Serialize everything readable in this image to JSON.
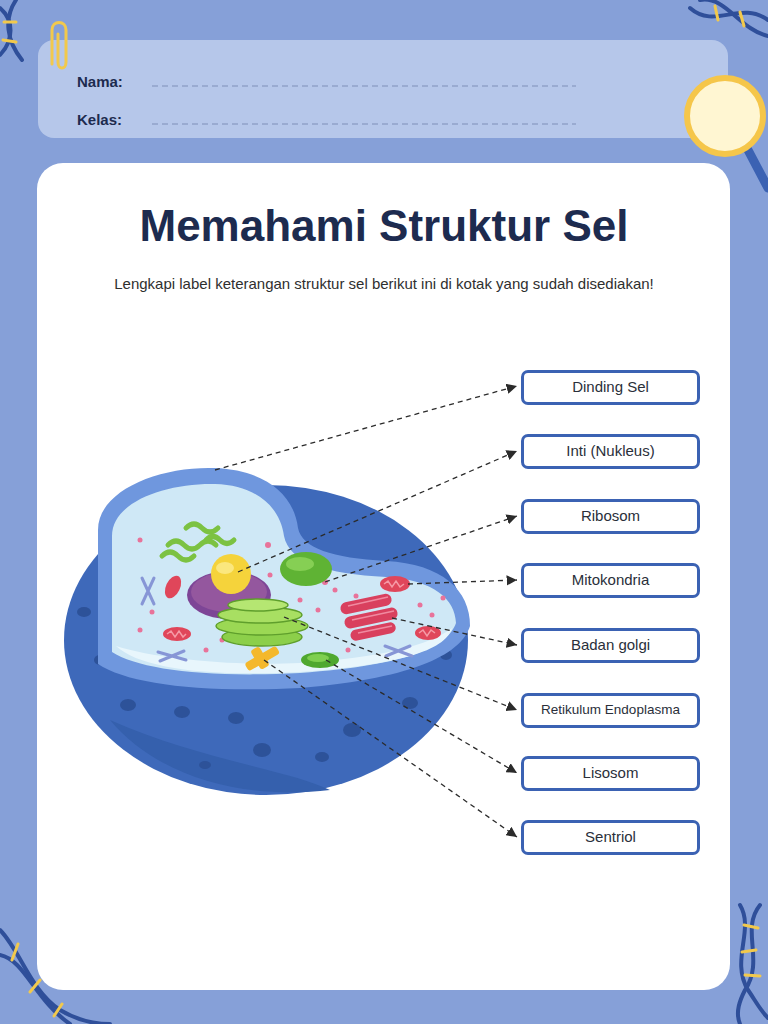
{
  "diagram": {
    "title": "Memahami Struktur Sel",
    "nodes": [
      {
        "text": [
          "Dinding Sel"
        ]
      },
      {
        "text": [
          "Inti (Nukleus)"
        ]
      },
      {
        "text": [
          "Ribosom"
        ]
      },
      {
        "text": [
          "Mitokondria"
        ]
      },
      {
        "text": [
          "Badan golgi"
        ]
      },
      {
        "text": [
          "Retikulum Endoplasma"
        ]
      },
      {
        "text": [
          "Lisosom"
        ]
      },
      {
        "text": [
          "Sentriol"
        ]
      }
    ],
    "labels": [
      "Nama:",
      "Kelas:",
      "Lengkapi label keterangan struktur sel berikut ini di kotak yang sudah disediakan!"
    ]
  }
}
